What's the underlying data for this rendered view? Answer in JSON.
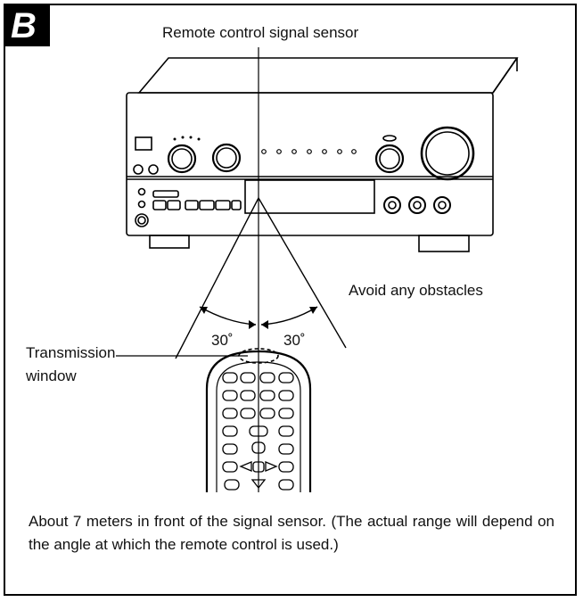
{
  "panel": {
    "badge": "B"
  },
  "labels": {
    "sensor": "Remote control signal sensor",
    "obstacles": "Avoid any obstacles",
    "angle_left": "30˚",
    "angle_right": "30˚",
    "transmission_line1": "Transmission",
    "transmission_line2": "window"
  },
  "caption": "About 7 meters in front of the signal sensor. (The actual range will depend on the angle at which the remote control is used.)",
  "colors": {
    "ink": "#000000",
    "background": "#ffffff"
  }
}
